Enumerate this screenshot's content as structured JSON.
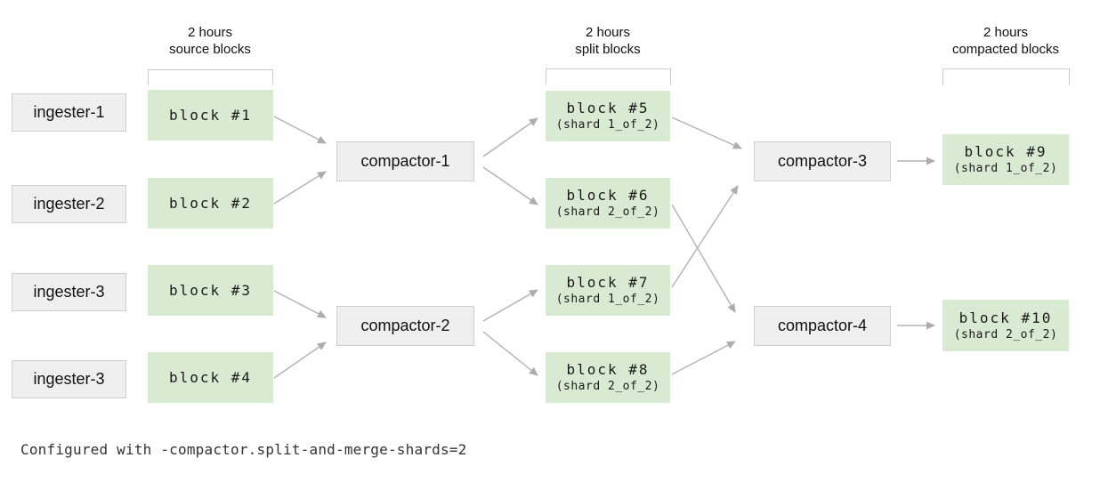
{
  "diagram": {
    "caption": "Configured with -compactor.split-and-merge-shards=2",
    "column_headers": [
      {
        "line1": "2 hours",
        "line2": "source blocks"
      },
      {
        "line1": "2 hours",
        "line2": "split blocks"
      },
      {
        "line1": "2 hours",
        "line2": "compacted blocks"
      }
    ],
    "ingesters": [
      "ingester-1",
      "ingester-2",
      "ingester-3",
      "ingester-3"
    ],
    "source_blocks": [
      "block #1",
      "block #2",
      "block #3",
      "block #4"
    ],
    "split_compactors": [
      "compactor-1",
      "compactor-2"
    ],
    "split_blocks": [
      {
        "label": "block #5",
        "shard": "(shard 1_of_2)"
      },
      {
        "label": "block #6",
        "shard": "(shard 2_of_2)"
      },
      {
        "label": "block #7",
        "shard": "(shard 1_of_2)"
      },
      {
        "label": "block #8",
        "shard": "(shard 2_of_2)"
      }
    ],
    "merge_compactors": [
      "compactor-3",
      "compactor-4"
    ],
    "compacted_blocks": [
      {
        "label": "block #9",
        "shard": "(shard 1_of_2)"
      },
      {
        "label": "block #10",
        "shard": "(shard 2_of_2)"
      }
    ],
    "edges": [
      {
        "from": "block #1",
        "to": "compactor-1"
      },
      {
        "from": "block #2",
        "to": "compactor-1"
      },
      {
        "from": "block #3",
        "to": "compactor-2"
      },
      {
        "from": "block #4",
        "to": "compactor-2"
      },
      {
        "from": "compactor-1",
        "to": "block #5"
      },
      {
        "from": "compactor-1",
        "to": "block #6"
      },
      {
        "from": "compactor-2",
        "to": "block #7"
      },
      {
        "from": "compactor-2",
        "to": "block #8"
      },
      {
        "from": "block #5",
        "to": "compactor-3"
      },
      {
        "from": "block #7",
        "to": "compactor-3"
      },
      {
        "from": "block #6",
        "to": "compactor-4"
      },
      {
        "from": "block #8",
        "to": "compactor-4"
      },
      {
        "from": "compactor-3",
        "to": "block #9"
      },
      {
        "from": "compactor-4",
        "to": "block #10"
      }
    ],
    "colors": {
      "block_fill": "#d9ead3",
      "node_fill": "#efefef",
      "node_border": "#cfcfcf",
      "arrow": "#b3b3b3",
      "bracket": "#cccccc"
    }
  }
}
